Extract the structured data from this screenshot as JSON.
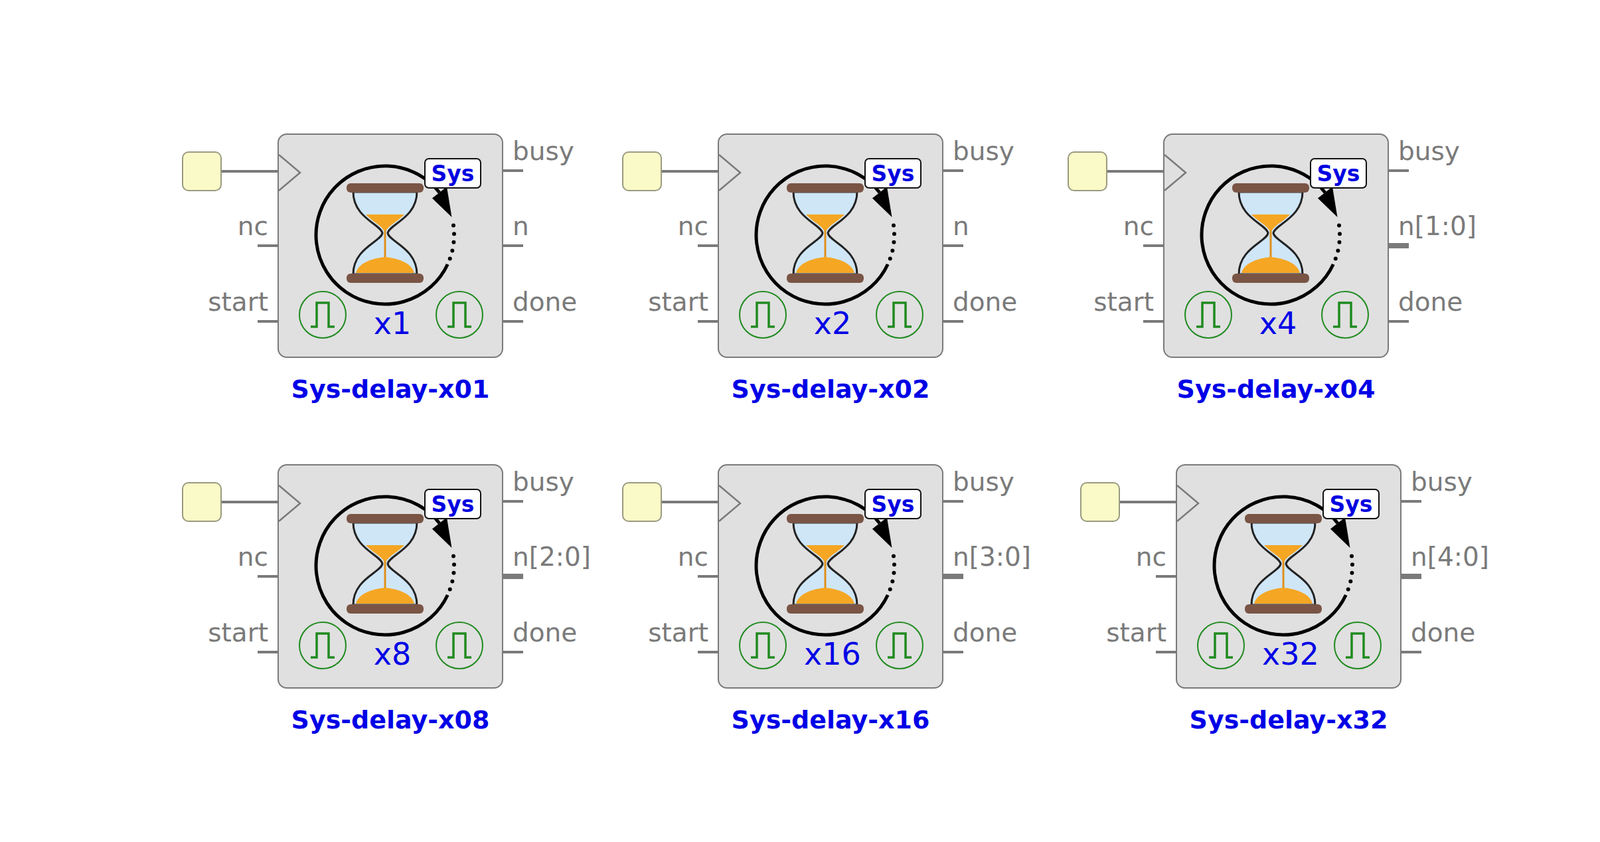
{
  "diagram": {
    "nodes": [
      {
        "text": [
          "Sys",
          "x1",
          "Sys-delay-x01"
        ]
      },
      {
        "text": [
          "Sys",
          "x2",
          "Sys-delay-x02"
        ]
      },
      {
        "text": [
          "Sys",
          "x4",
          "Sys-delay-x04"
        ]
      },
      {
        "text": [
          "Sys",
          "x8",
          "Sys-delay-x08"
        ]
      },
      {
        "text": [
          "Sys",
          "x16",
          "Sys-delay-x16"
        ]
      },
      {
        "text": [
          "Sys",
          "x32",
          "Sys-delay-x32"
        ]
      }
    ],
    "labels": [
      "busy",
      "nc",
      "n",
      "start",
      "done",
      "busy",
      "nc",
      "n",
      "start",
      "done",
      "busy",
      "nc",
      "n[1:0]",
      "start",
      "done",
      "busy",
      "nc",
      "n[2:0]",
      "start",
      "done",
      "busy",
      "nc",
      "n[3:0]",
      "start",
      "done",
      "busy",
      "nc",
      "n[4:0]",
      "start",
      "done"
    ]
  }
}
